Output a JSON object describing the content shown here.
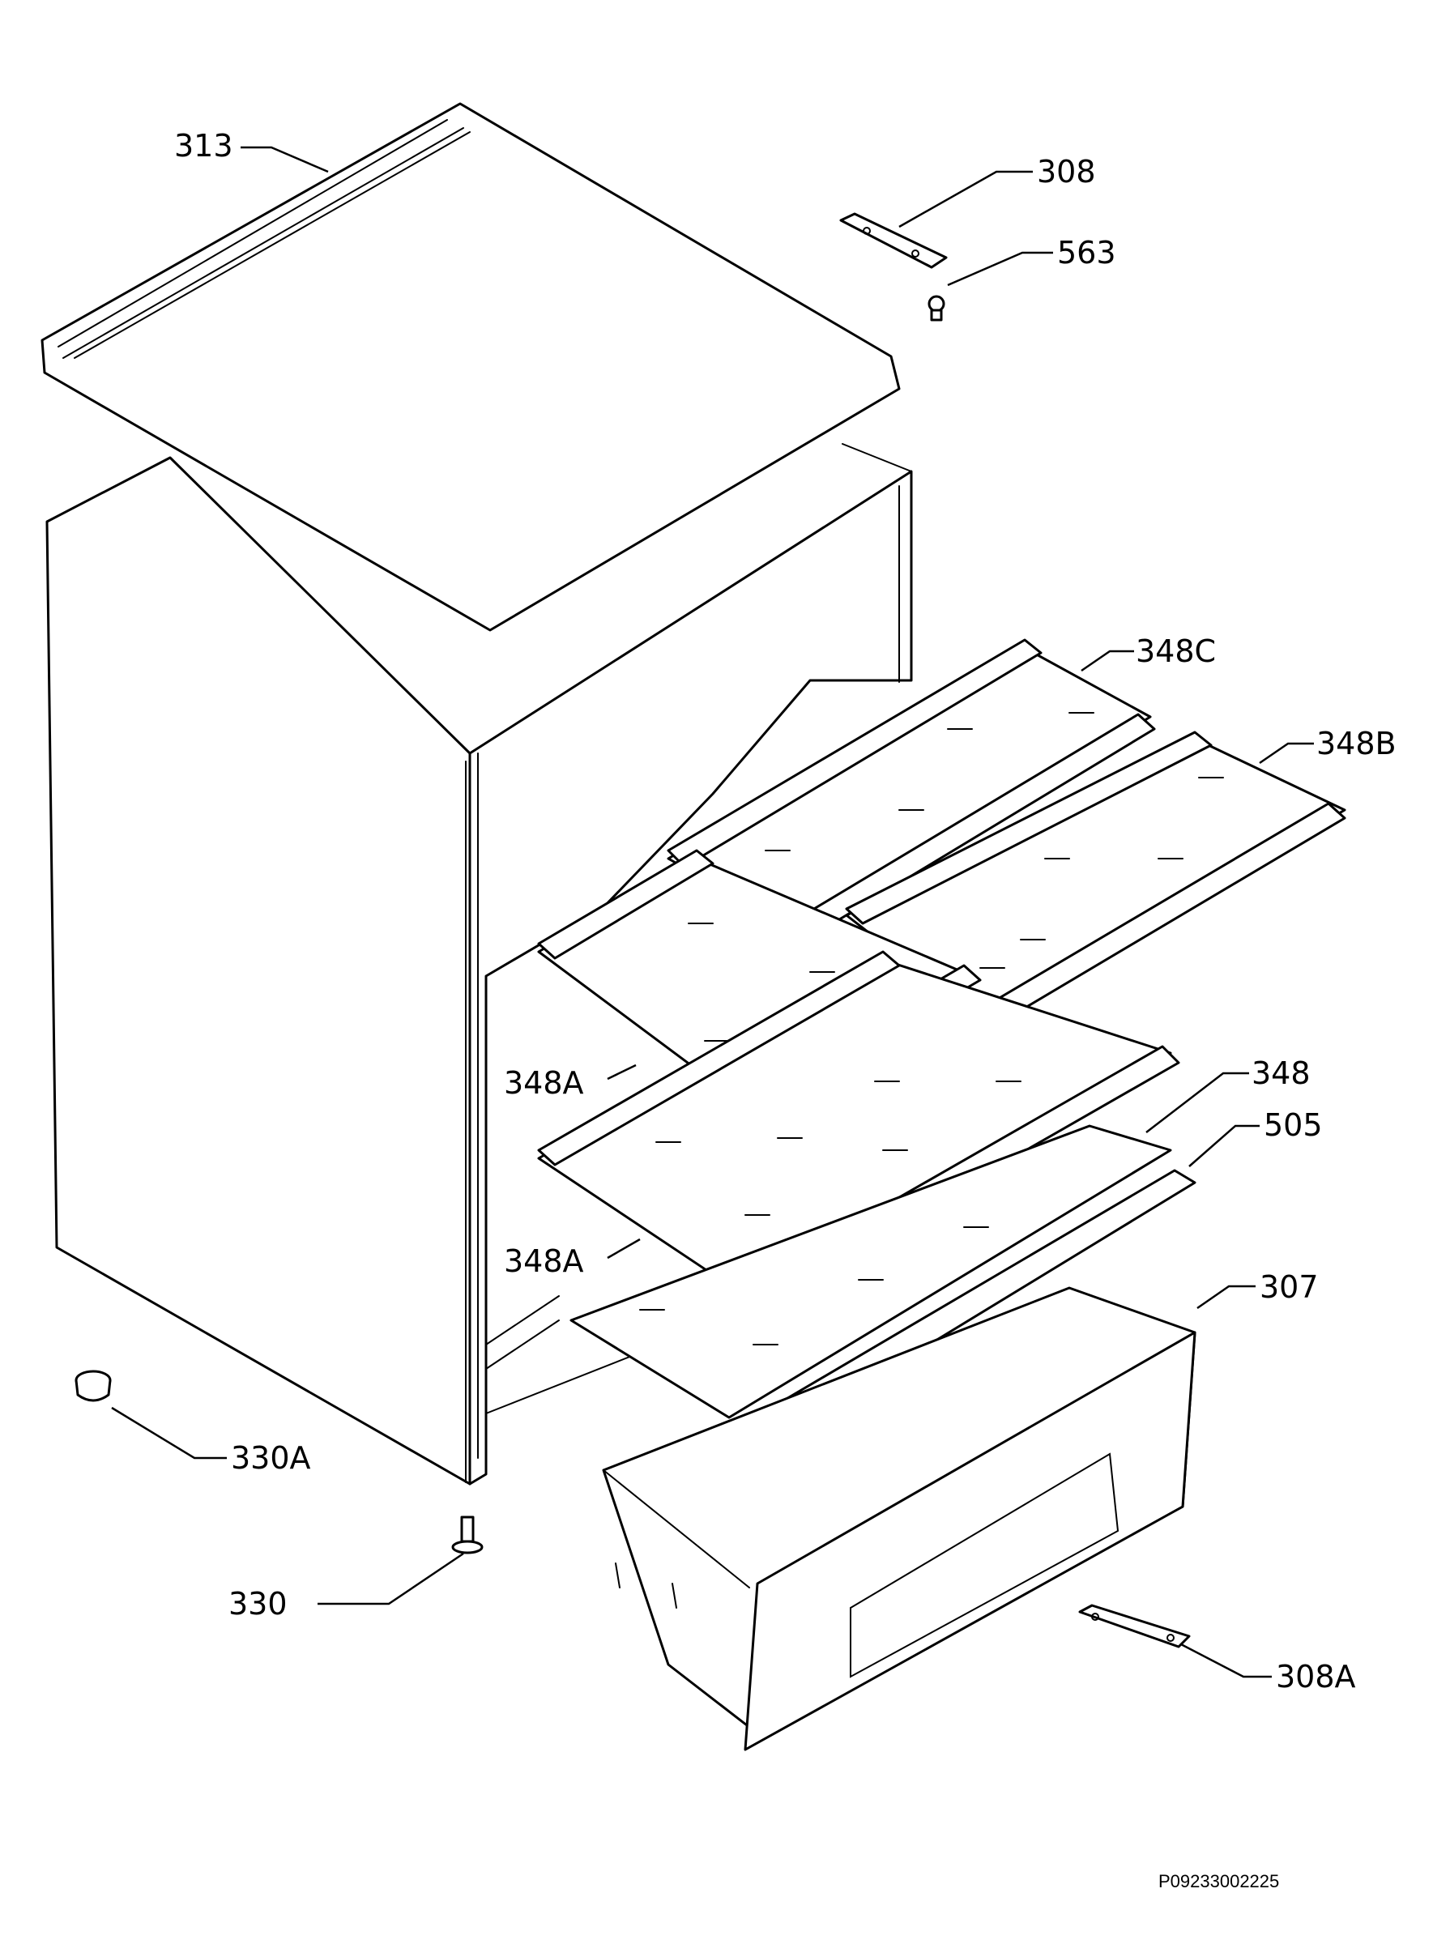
{
  "labels": {
    "p313": "313",
    "p308": "308",
    "p563": "563",
    "p348c": "348C",
    "p348b": "348B",
    "p348a_upper": "348A",
    "p348": "348",
    "p505": "505",
    "p348a_lower": "348A",
    "p307": "307",
    "p330a": "330A",
    "p330": "330",
    "p308a": "308A"
  },
  "drawing_code": "P09233002225"
}
